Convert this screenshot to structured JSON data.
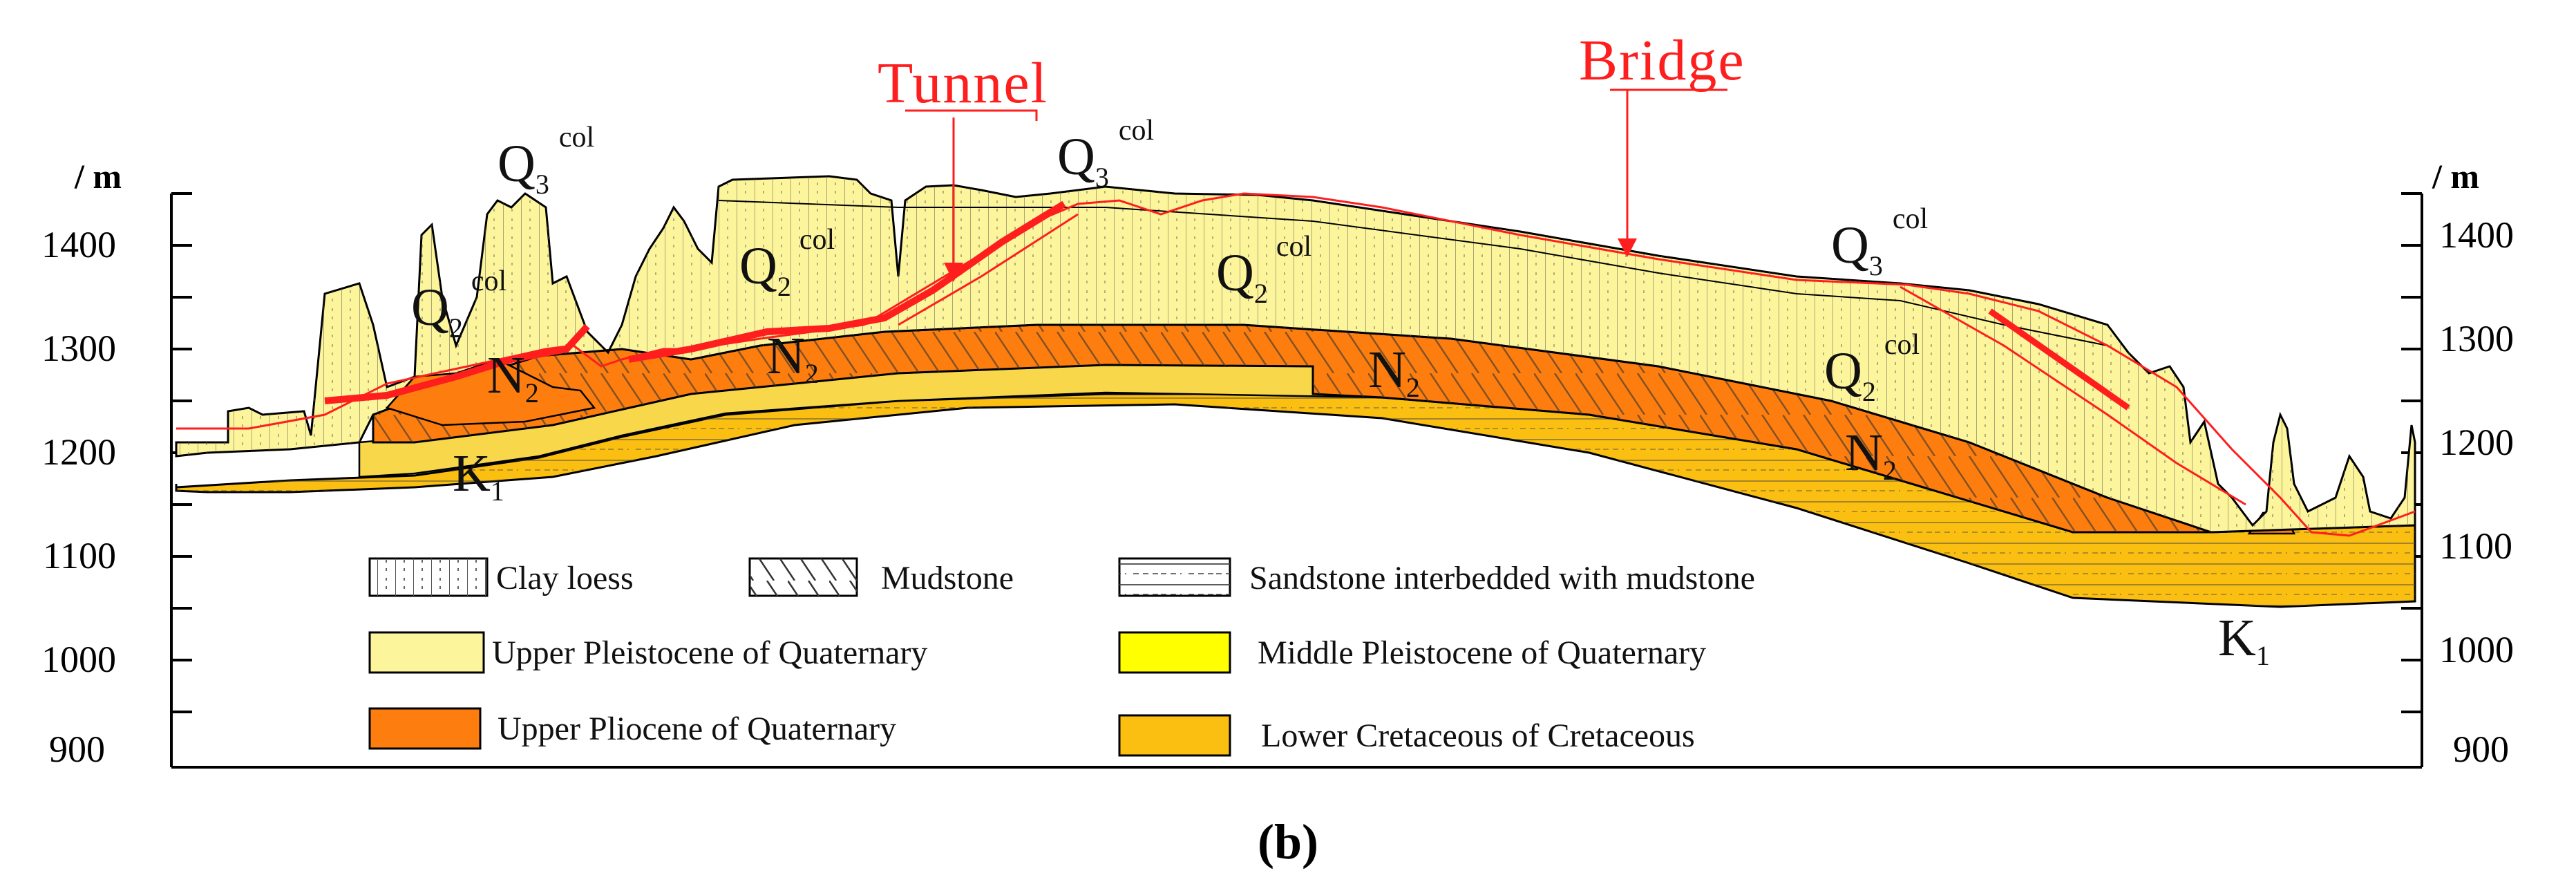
{
  "axes": {
    "unit_left": "/ m",
    "unit_right": "/ m",
    "ticks": [
      "1400",
      "1300",
      "1200",
      "1100",
      "1000",
      "900"
    ]
  },
  "callouts": {
    "tunnel": "Tunnel",
    "bridge": "Bridge"
  },
  "formations": [
    {
      "id": "q3-left",
      "main": "Q",
      "sub": "3",
      "sup": "col"
    },
    {
      "id": "q2-left",
      "main": "Q",
      "sub": "2",
      "sup": "col"
    },
    {
      "id": "q2-mid",
      "main": "Q",
      "sub": "2",
      "sup": "col"
    },
    {
      "id": "q3-center",
      "main": "Q",
      "sub": "3",
      "sup": "col"
    },
    {
      "id": "q2-center",
      "main": "Q",
      "sub": "2",
      "sup": "col"
    },
    {
      "id": "q3-right",
      "main": "Q",
      "sub": "3",
      "sup": "col"
    },
    {
      "id": "q2-right",
      "main": "Q",
      "sub": "2",
      "sup": "col"
    },
    {
      "id": "n2-left",
      "main": "N",
      "sub": "2"
    },
    {
      "id": "n2-mid",
      "main": "N",
      "sub": "2"
    },
    {
      "id": "n2-center",
      "main": "N",
      "sub": "2"
    },
    {
      "id": "n2-right",
      "main": "N",
      "sub": "2"
    },
    {
      "id": "k1-left",
      "main": "K",
      "sub": "1"
    },
    {
      "id": "k1-right",
      "main": "K",
      "sub": "1"
    }
  ],
  "legend": {
    "clay_loess": "Clay  loess",
    "mudstone": "Mudstone",
    "sandstone": "Sandstone interbedded with mudstone",
    "upper_pleistocene": "Upper Pleistocene of Quaternary",
    "middle_pleistocene": "Middle Pleistocene of Quaternary",
    "upper_pliocene": "Upper Pliocene of Quaternary",
    "lower_cretaceous": "Lower Cretaceous of Cretaceous"
  },
  "colors": {
    "upper_pleistocene": "#fdf59b",
    "middle_pleistocene": "#ffff00",
    "upper_pliocene": "#fd7e0e",
    "lower_cretaceous": "#fbbf12",
    "annotation_red": "#ff1e1e"
  },
  "caption": "(b)"
}
